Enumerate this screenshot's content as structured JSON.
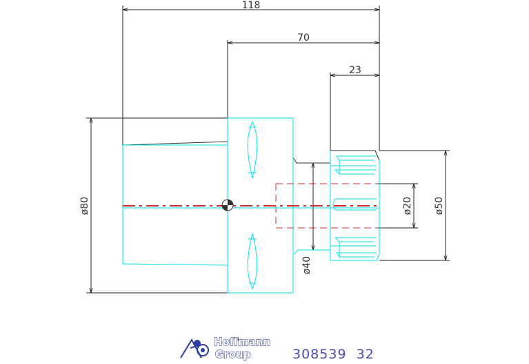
{
  "dimensions": {
    "overall_length": "118",
    "mid_length": "70",
    "nose_length": "23",
    "body_diameter": "ø80",
    "shank_diameter": "ø40",
    "bore_diameter": "ø20",
    "nose_diameter": "ø50"
  },
  "footer": {
    "brand_line1": "Hoffmann",
    "brand_line2": "Group",
    "part_number": "308539  32"
  },
  "colors": {
    "outline": "#00e0f0",
    "dimension": "#222222",
    "centerline": "#d03030",
    "brand": "#2a3fa0"
  }
}
